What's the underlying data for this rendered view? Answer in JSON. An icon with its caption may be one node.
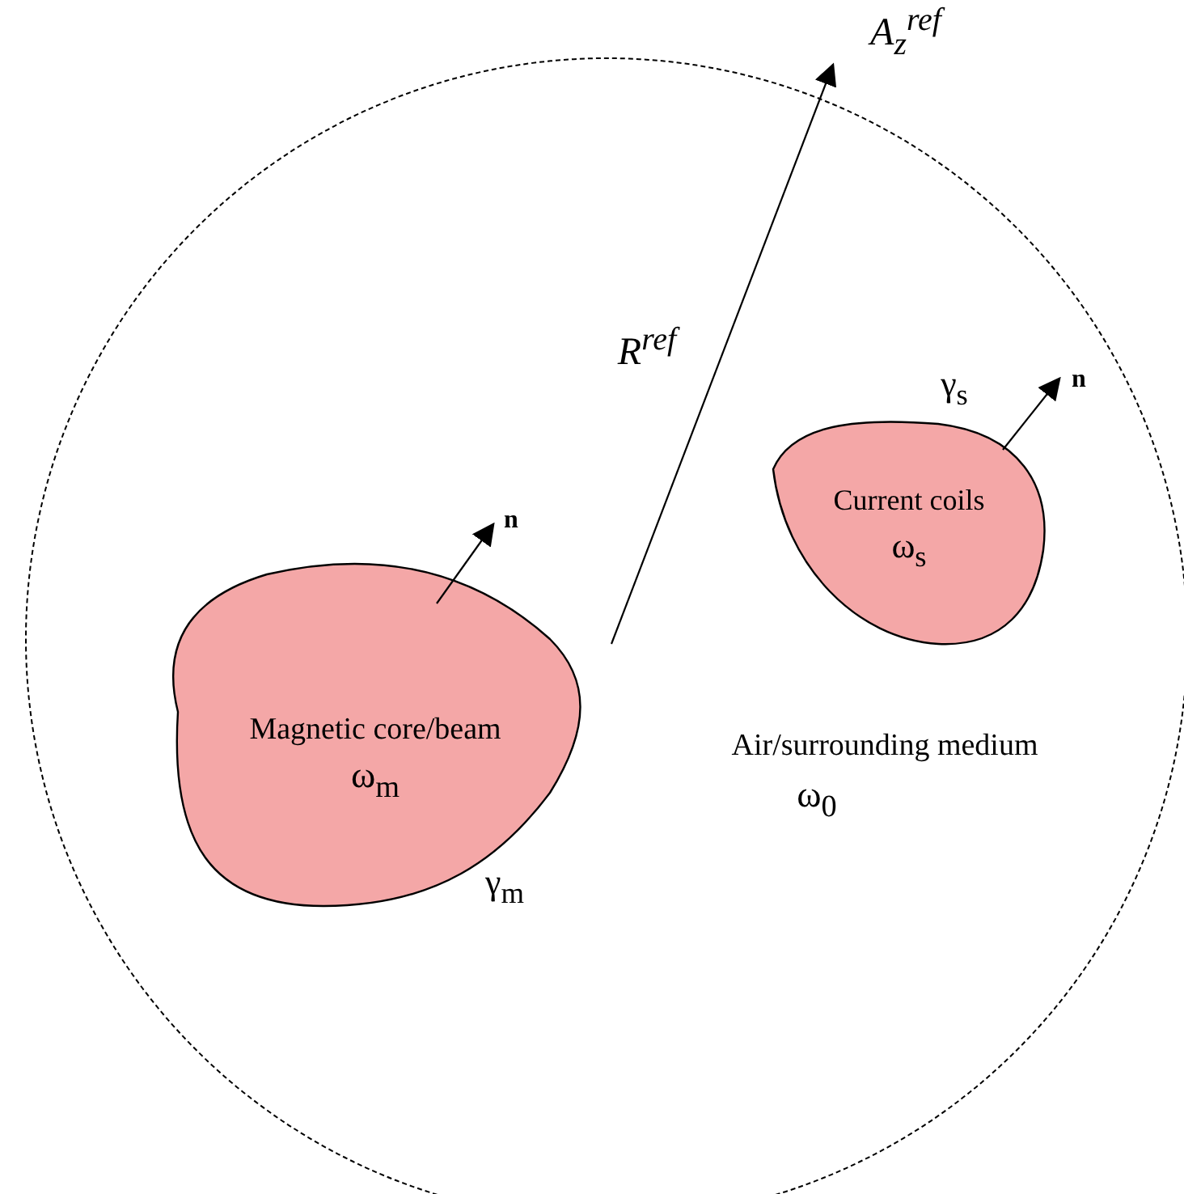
{
  "diagram": {
    "nodes": [
      {
        "text": [
          "Air/surrounding medium",
          "ω$_{0}$"
        ],
        "beside": [
          "A$_{z}$$^{ref}$"
        ]
      },
      {
        "text": [
          "Magnetic core/beam",
          "ω$_{m}$"
        ],
        "in": 0,
        "beside": [
          "γ$_{m}$"
        ]
      },
      {
        "text": [
          "Current coils",
          "ω$_{s}$"
        ],
        "in": 0,
        "beside": [
          "γ$_{s}$"
        ]
      }
    ],
    "labels": [
      "R$^{ref}$",
      "n",
      "n"
    ]
  }
}
